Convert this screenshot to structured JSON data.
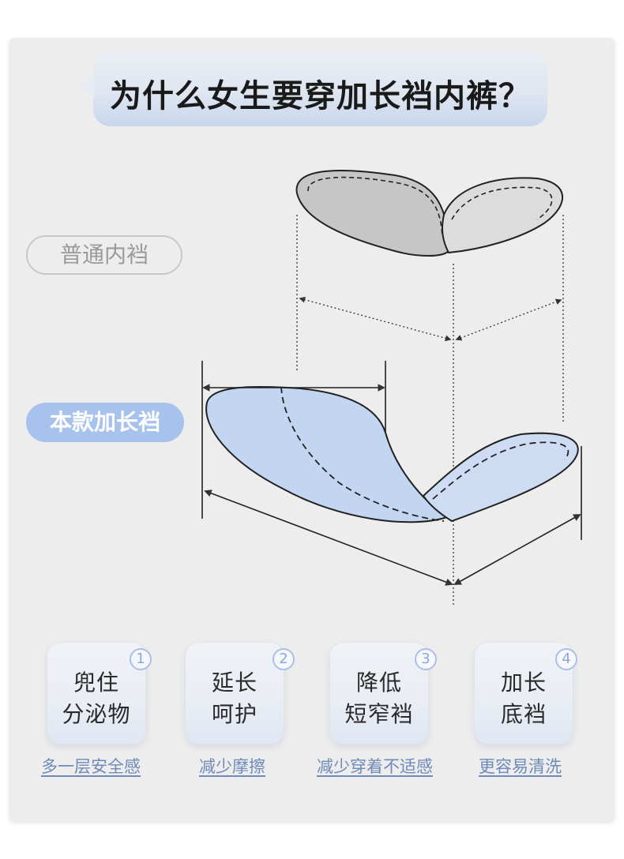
{
  "title": "为什么女生要穿加长裆内裤？",
  "labels": {
    "normal": "普通内裆",
    "long": "本款加长裆"
  },
  "colors": {
    "card_bg": "#ededed",
    "normal_gusset_fill": "#c4c4c4",
    "long_gusset_fill": "#c3d6f1",
    "accent_blue": "#a7c2ec",
    "caption_blue": "#6f89b8"
  },
  "features": [
    {
      "number": "1",
      "line1": "兜住",
      "line2": "分泌物",
      "caption": "多一层安全感"
    },
    {
      "number": "2",
      "line1": "延长",
      "line2": "呵护",
      "caption": "减少摩擦"
    },
    {
      "number": "3",
      "line1": "降低",
      "line2": "短窄裆",
      "caption": "减少穿着不适感"
    },
    {
      "number": "4",
      "line1": "加长",
      "line2": "底裆",
      "caption": "更容易清洗"
    }
  ]
}
